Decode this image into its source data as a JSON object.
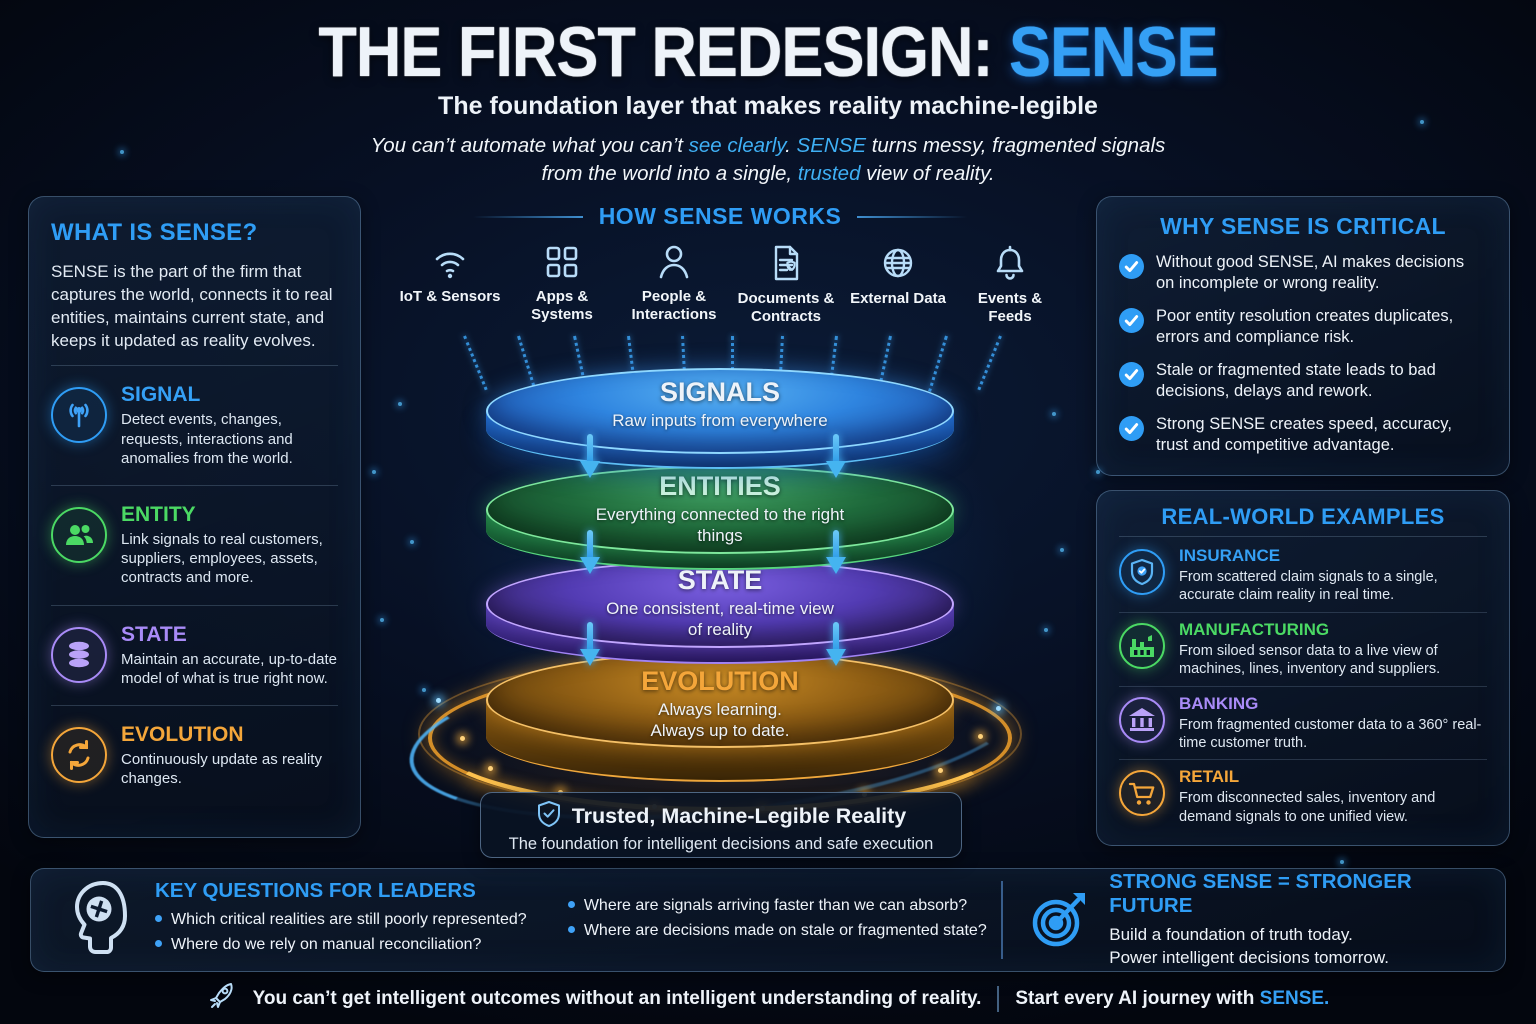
{
  "colors": {
    "accent": "#35A0F5",
    "green": "#4BD964",
    "purple": "#A98BF7",
    "orange": "#F4A63A",
    "background": "#070F20"
  },
  "header": {
    "title": "THE FIRST REDESIGN: ",
    "title_accent": "SENSE",
    "subtitle": "The foundation layer that makes reality machine-legible",
    "tagline": {
      "l1a": "You can’t automate what you can’t ",
      "l1b": "see clearly",
      "l1c": ". ",
      "l1d": "SENSE",
      "l1e": " turns messy, fragmented signals",
      "l2a": "from the world into a single, ",
      "l2b": "trusted",
      "l2c": " view of reality."
    }
  },
  "what_is_sense": {
    "title": "WHAT IS SENSE?",
    "description": "SENSE is the part of the firm that captures the world, connects it to real entities, maintains current state, and keeps it updated as reality evolves.",
    "items": [
      {
        "label": "SIGNAL",
        "desc": "Detect events, changes, requests, interactions and anomalies from the world.",
        "icon": "signal-antenna-icon",
        "color": "#2F9DF5"
      },
      {
        "label": "ENTITY",
        "desc": "Link signals to real customers, suppliers, employees, assets, contracts and more.",
        "icon": "people-icon",
        "color": "#4BD964"
      },
      {
        "label": "STATE",
        "desc": "Maintain an accurate, up-to-date model of what is true right now.",
        "icon": "database-icon",
        "color": "#A98BF7"
      },
      {
        "label": "EVOLUTION",
        "desc": "Continuously update as reality changes.",
        "icon": "sync-arrows-icon",
        "color": "#F4A63A"
      }
    ]
  },
  "how_sense_works": {
    "title": "HOW SENSE WORKS",
    "sources": [
      {
        "label": "IoT & Sensors",
        "icon": "wifi-icon"
      },
      {
        "label": "Apps & Systems",
        "icon": "apps-grid-icon"
      },
      {
        "label": "People & Interactions",
        "icon": "person-icon"
      },
      {
        "label": "Documents & Contracts",
        "icon": "document-check-icon"
      },
      {
        "label": "External Data",
        "icon": "globe-icon"
      },
      {
        "label": "Events & Feeds",
        "icon": "bell-icon"
      }
    ],
    "layers": [
      {
        "title": "SIGNALS",
        "subtitle": "Raw inputs from everywhere",
        "color": "#2F85E0"
      },
      {
        "title": "ENTITIES",
        "subtitle": "Everything connected to the right things",
        "color": "#1F6B3C"
      },
      {
        "title": "STATE",
        "subtitle": "One consistent, real-time view of reality",
        "color": "#533CB4"
      },
      {
        "title": "EVOLUTION",
        "subtitle": "Always learning.",
        "subtitle2": "Always up to date.",
        "color": "#8F5E14"
      }
    ],
    "result": {
      "title": "Trusted, Machine-Legible Reality",
      "subtitle": "The foundation for intelligent decisions and safe execution"
    }
  },
  "why_critical": {
    "title": "WHY SENSE IS CRITICAL",
    "items": [
      "Without good SENSE, AI makes decisions on incomplete or wrong reality.",
      "Poor entity resolution creates duplicates, errors and compliance risk.",
      "Stale or fragmented state leads to bad decisions, delays and rework.",
      "Strong SENSE creates speed, accuracy, trust and competitive advantage."
    ]
  },
  "examples": {
    "title": "REAL-WORLD EXAMPLES",
    "items": [
      {
        "label": "INSURANCE",
        "desc": "From scattered claim signals to a single, accurate claim reality in real time.",
        "icon": "shield-check-icon",
        "color": "#2F9DF5"
      },
      {
        "label": "MANUFACTURING",
        "desc": "From siloed sensor data to a live view of machines, lines, inventory and suppliers.",
        "icon": "factory-icon",
        "color": "#4BD964"
      },
      {
        "label": "BANKING",
        "desc": "From fragmented customer data to a 360° real-time customer truth.",
        "icon": "bank-icon",
        "color": "#A98BF7"
      },
      {
        "label": "RETAIL",
        "desc": "From disconnected sales, inventory and demand signals to one unified view.",
        "icon": "cart-icon",
        "color": "#F4A63A"
      }
    ]
  },
  "key_questions": {
    "title": "KEY QUESTIONS FOR LEADERS",
    "col1": [
      "Which critical realities are still poorly represented?",
      "Where do we rely on manual reconciliation?"
    ],
    "col2": [
      "Where are signals arriving faster than we can absorb?",
      "Where are decisions made on stale or fragmented state?"
    ]
  },
  "future": {
    "title": "STRONG SENSE = STRONGER FUTURE",
    "line1": "Build a foundation of truth today.",
    "line2": "Power intelligent decisions tomorrow."
  },
  "footer": {
    "left": "You can’t get intelligent outcomes without an intelligent understanding of reality.",
    "right_prefix": "Start every AI journey with ",
    "right_accent": "SENSE."
  }
}
